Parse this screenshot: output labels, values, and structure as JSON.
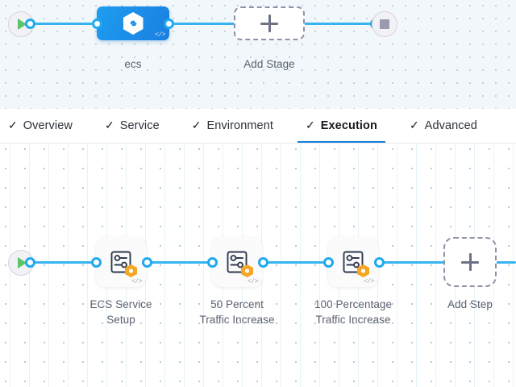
{
  "stage_canvas": {
    "start_node": {
      "icon": "play-icon",
      "name": "pipeline-start"
    },
    "end_node": {
      "icon": "stop-icon",
      "name": "pipeline-end"
    },
    "stage": {
      "label": "ecs",
      "icon": "hexagon-infinity-icon",
      "code_glyph": "</>",
      "color": "#1a8ce8"
    },
    "add_stage": {
      "label": "Add Stage",
      "icon": "plus-icon"
    }
  },
  "tabs": {
    "check_glyph": "✓",
    "items": [
      {
        "label": "Overview",
        "active": false,
        "checked": true
      },
      {
        "label": "Service",
        "active": false,
        "checked": true
      },
      {
        "label": "Environment",
        "active": false,
        "checked": true
      },
      {
        "label": "Execution",
        "active": true,
        "checked": true
      },
      {
        "label": "Advanced",
        "active": false,
        "checked": true
      }
    ],
    "active_underline_color": "#1b7fd4"
  },
  "step_canvas": {
    "start_node": {
      "icon": "play-icon",
      "name": "execution-start"
    },
    "steps": [
      {
        "label": "ECS Service\nSetup",
        "icon": "settings-sliders-icon",
        "badge": "orange-hexagon-badge",
        "code_glyph": "</>"
      },
      {
        "label": "50 Percent\nTraffic Increase",
        "icon": "settings-sliders-icon",
        "badge": "orange-hexagon-badge",
        "code_glyph": "</>"
      },
      {
        "label": "100 Percentage\nTraffic Increase",
        "icon": "settings-sliders-icon",
        "badge": "orange-hexagon-badge",
        "code_glyph": "</>"
      }
    ],
    "add_step": {
      "label": "Add Step",
      "icon": "plus-icon"
    }
  },
  "colors": {
    "connector": "#35b4ef",
    "connector_dot_ring": "#1fa9ef",
    "stage_accent": "#1a8ce8",
    "badge_orange": "#f5a623",
    "start_green": "#5cc46a",
    "stop_gray": "#9a99ad",
    "tab_active": "#1b7fd4",
    "canvas_top_bg": "#f1f7fb",
    "canvas_bottom_bg": "#ffffff"
  }
}
